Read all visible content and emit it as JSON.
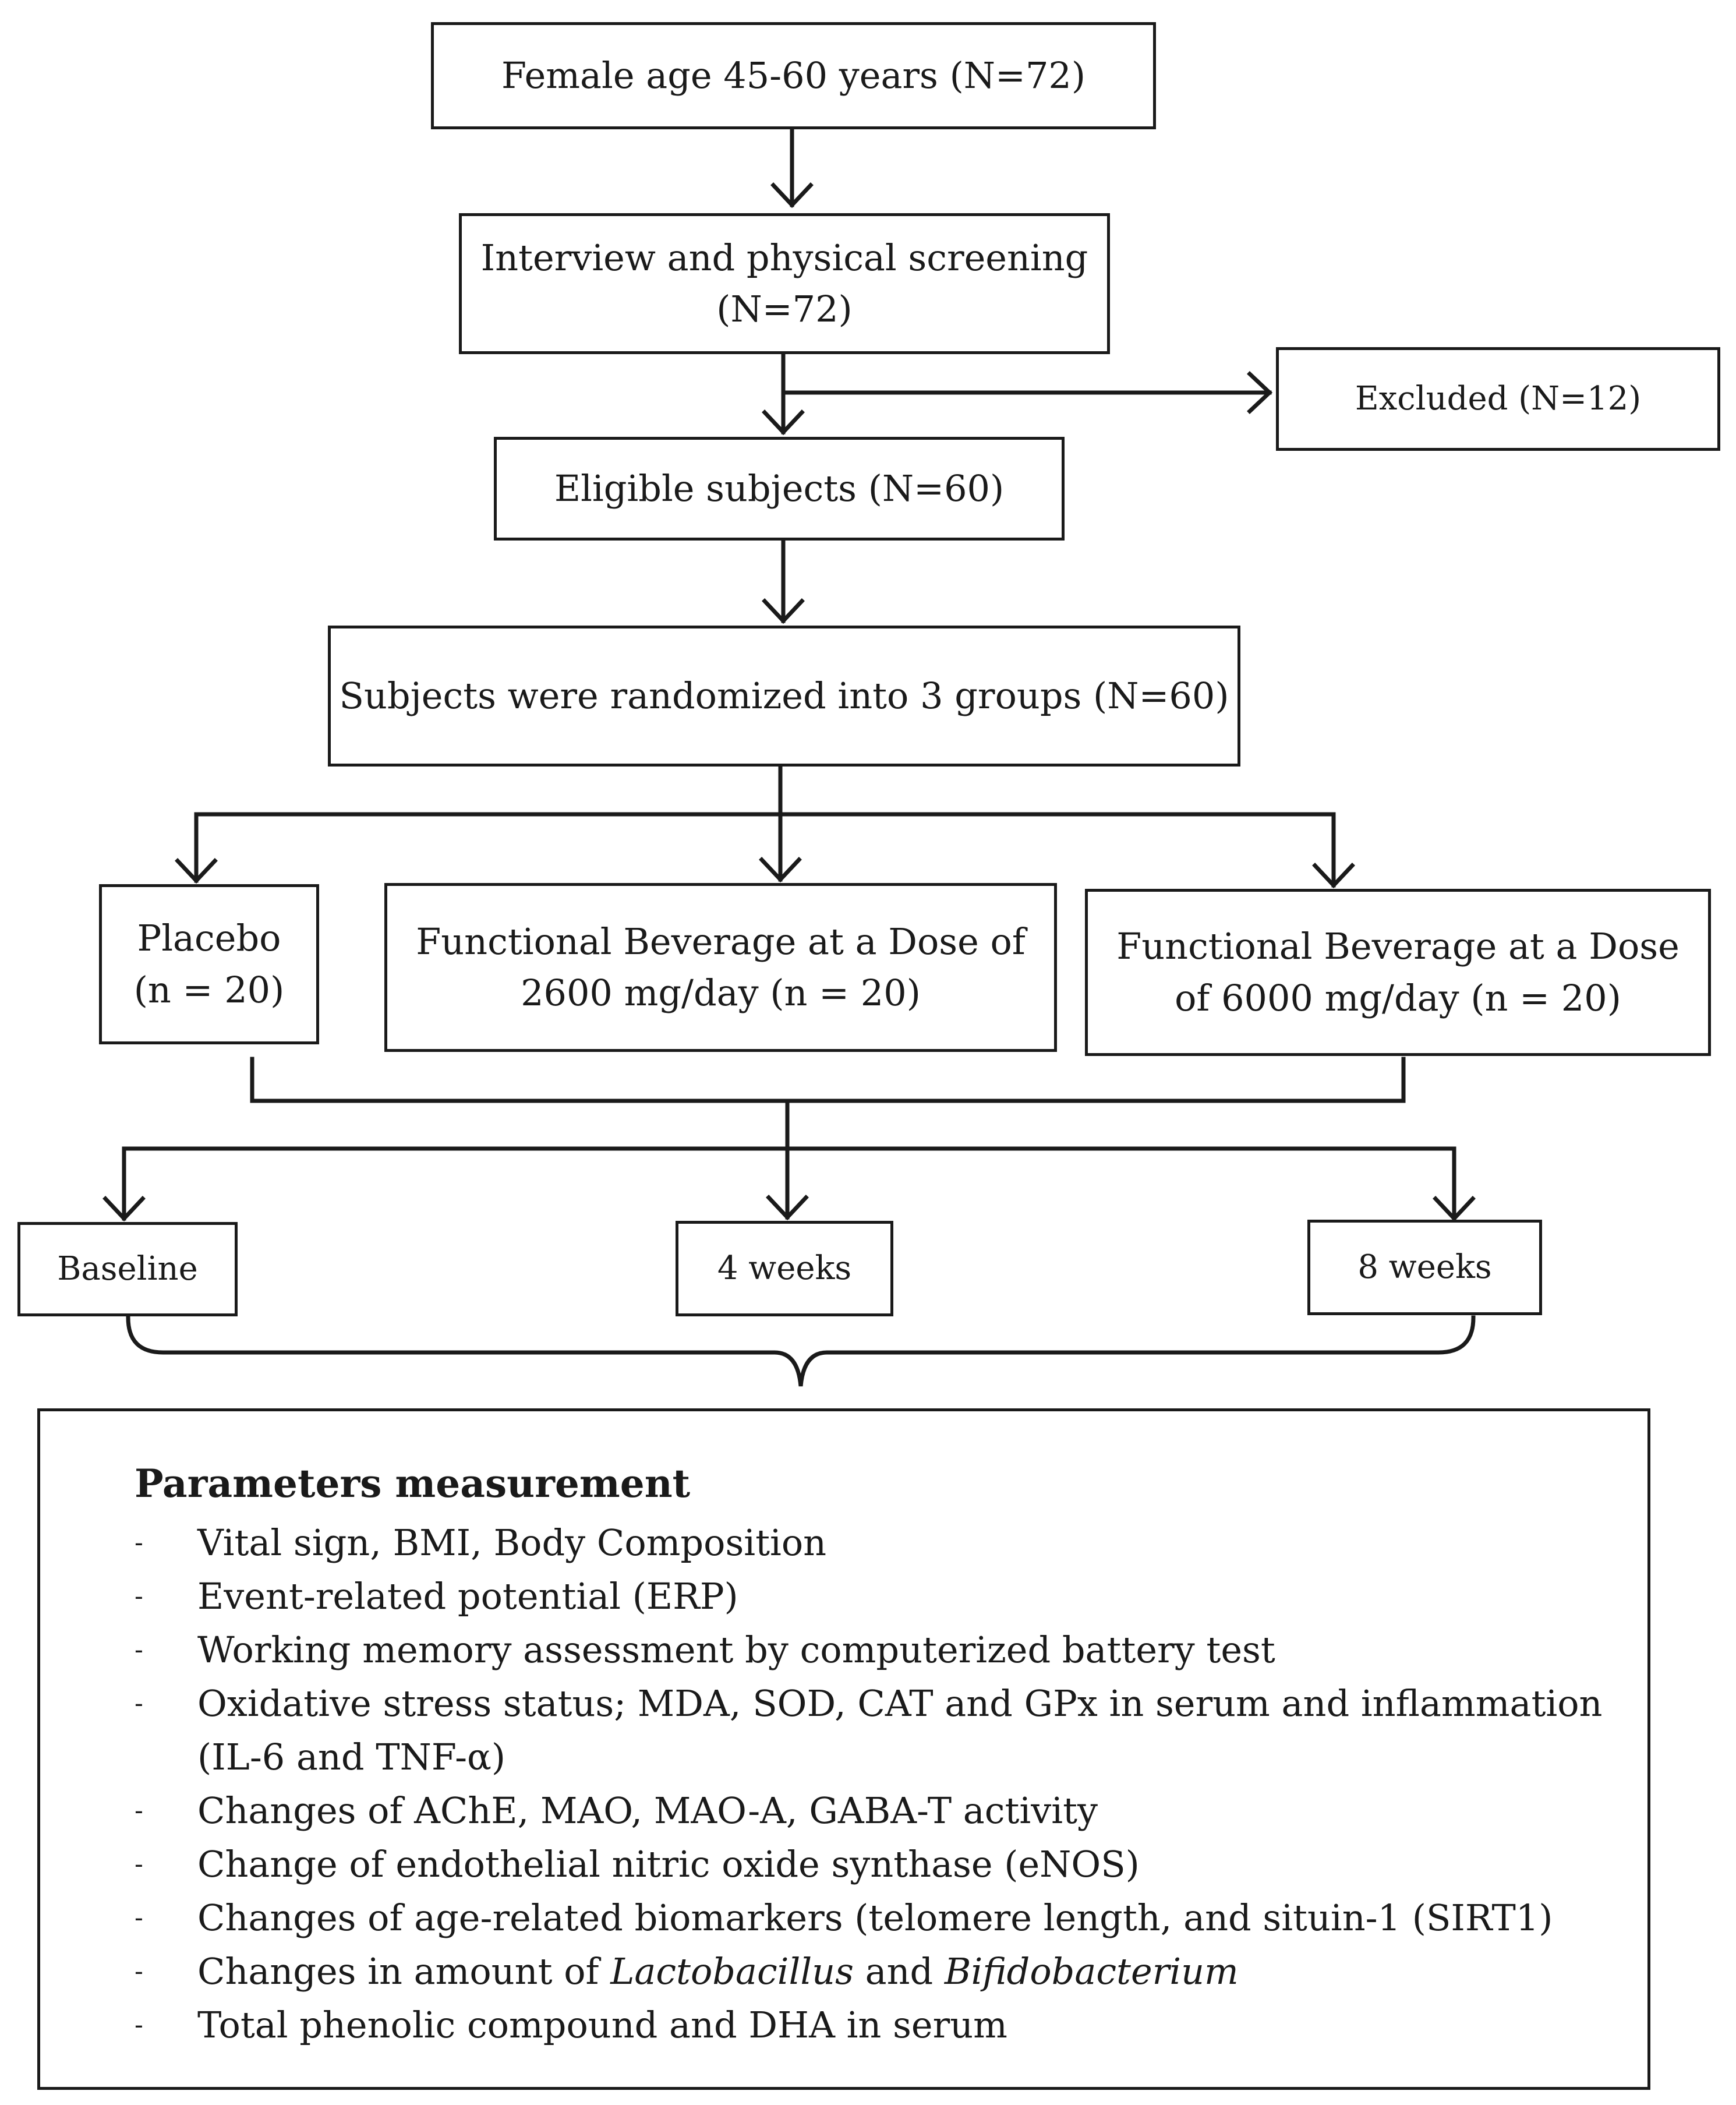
{
  "flow": {
    "enrolled": [
      "Female age 45-60 years (N=72)"
    ],
    "screening": [
      "Interview and physical screening",
      "(N=72)"
    ],
    "excluded": [
      "Excluded (N=12)"
    ],
    "eligible": [
      "Eligible subjects (N=60)"
    ],
    "randomized": [
      "Subjects were randomized into 3 groups (N=60)"
    ],
    "groups": [
      [
        "Placebo",
        "(n = 20)"
      ],
      [
        "Functional Beverage at a Dose of",
        "2600 mg/day (n = 20)"
      ],
      [
        "Functional Beverage at a Dose",
        "of 6000 mg/day (n = 20)"
      ]
    ],
    "timepoints": [
      "Baseline",
      "4 weeks",
      "8 weeks"
    ]
  },
  "parameters": {
    "title": "Parameters measurement",
    "bullet": "-",
    "items": [
      {
        "text": "Vital sign, BMI, Body Composition"
      },
      {
        "text": "Event-related potential (ERP)"
      },
      {
        "text": "Working memory assessment by computerized battery test"
      },
      {
        "text": "Oxidative stress status; MDA, SOD, CAT and GPx in serum and inflammation\n(IL-6 and TNF-α)"
      },
      {
        "text": "Changes of AChE, MAO, MAO-A, GABA-T activity"
      },
      {
        "text": "Change of endothelial nitric oxide synthase (eNOS)"
      },
      {
        "text": "Changes of age-related biomarkers (telomere length, and situin-1 (SIRT1)"
      },
      {
        "text_parts": [
          {
            "t": "Changes in amount of ",
            "italic": false
          },
          {
            "t": "Lactobacillus",
            "italic": true
          },
          {
            "t": " and ",
            "italic": false
          },
          {
            "t": "Bifidobacterium",
            "italic": true
          }
        ]
      },
      {
        "text": "Total phenolic compound and DHA in serum"
      }
    ]
  }
}
